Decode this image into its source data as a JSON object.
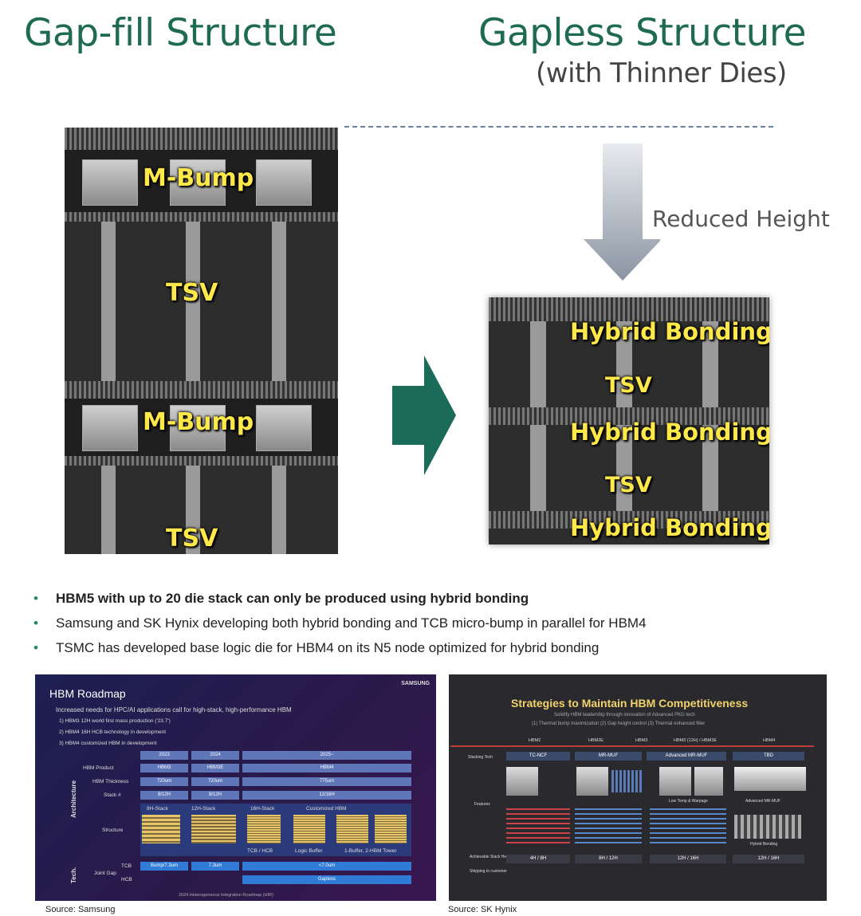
{
  "titles": {
    "left": "Gap-fill Structure",
    "right": "Gapless Structure",
    "right_sub": "(with Thinner Dies)"
  },
  "arrow_label": "Reduced Height",
  "left_image": {
    "labels": [
      "M-Bump",
      "TSV",
      "M-Bump",
      "TSV"
    ]
  },
  "right_image": {
    "labels": [
      "Hybrid Bonding",
      "TSV",
      "Hybrid Bonding",
      "TSV",
      "Hybrid Bonding"
    ]
  },
  "bullets": [
    {
      "text": "HBM5 with up to 20 die stack can only be produced using hybrid bonding",
      "bold": true
    },
    {
      "text": "Samsung and SK Hynix developing both hybrid bonding and TCB micro-bump in parallel for HBM4",
      "bold": false
    },
    {
      "text": "TSMC has developed base logic die for HBM4 on its N5 node optimized for hybrid bonding",
      "bold": false
    }
  ],
  "samsung_slide": {
    "brand": "SAMSUNG",
    "title": "HBM Roadmap",
    "intro": "Increased needs for HPC/AI applications call for high-stack, high-performance HBM",
    "points": [
      "1) HBM3 12H world first mass production ('23.7')",
      "2) HBM4 16H HCB technology in development",
      "3) HBM4 customized HBM in development"
    ],
    "years": [
      "2023",
      "2024",
      "2025~"
    ],
    "rows": [
      {
        "label": "HBM Product",
        "values": [
          "HBM3",
          "HBM3E",
          "HBM4"
        ]
      },
      {
        "label": "HBM Thickness",
        "values": [
          "720um",
          "720um",
          "775um"
        ]
      },
      {
        "label": "Stack #",
        "values": [
          "8/12H",
          "8/12H",
          "12/16H"
        ]
      }
    ],
    "structure_label": "Structure",
    "structure_items": [
      "8H-Stack",
      "12H-Stack",
      "16H-Stack",
      "Customized HBM"
    ],
    "structure_captions": [
      "TCB / HCB",
      "Logic Buffer",
      "1-Buffer, 2-HBM Tower"
    ],
    "side_labels": [
      "Architecture",
      "Tech."
    ],
    "joint_gap": "Joint Gap",
    "tech_rows": [
      {
        "label": "TCB",
        "values": [
          "Bump/7.3um",
          "7.3um",
          "<7.0um"
        ]
      },
      {
        "label": "HCB",
        "values": [
          "Gapless"
        ]
      }
    ],
    "footer": "2024 Heterogeneous Integration Roadmap (HIR)",
    "source": "Source: Samsung"
  },
  "hynix_slide": {
    "title": "Strategies to Maintain HBM Competitiveness",
    "subtitle": "Solidify HBM leadership through innovation of Advanced PKG tech",
    "subtitle2": "(1) Thermal bump maximization (2) Gap height control (3) Thermal enhanced filler",
    "columns": [
      "HBM2",
      "HBM2E",
      "HBM3",
      "HBM3 (12H) / HBM3E",
      "HBM4"
    ],
    "tech": [
      "TC-NCF",
      "MR-MUF",
      "Advanced MR-MUF",
      "TBD"
    ],
    "captions": [
      "Low Temp & Warpage",
      "Advanced MR-MUF",
      "Hybrid Bonding"
    ],
    "row_labels": [
      "Stacking Tech",
      "Features",
      "Achievable Stack Height",
      "Shipping to customer"
    ],
    "heights": [
      "4H / 8H",
      "8H / 12H",
      "12H / 16H",
      "12H / 16H"
    ],
    "source": "Source: SK Hynix"
  },
  "colors": {
    "title_green": "#1f6b52",
    "label_yellow": "#ffe94a",
    "arrow_green": "#1a6b58"
  }
}
